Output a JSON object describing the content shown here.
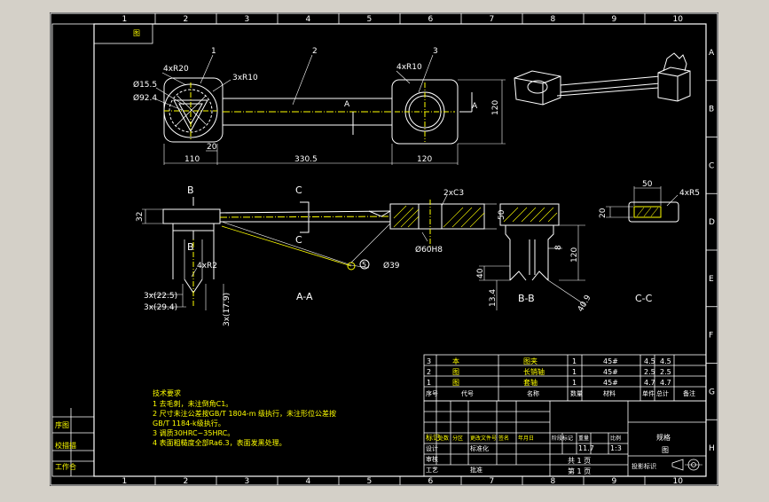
{
  "colors": {
    "frame_bg": "#d4d0c8",
    "sheet_bg": "#000000",
    "line": "#ffffff",
    "accent": "#ffff00",
    "dim": "#c8c8c8"
  },
  "zones": {
    "top": [
      "1",
      "2",
      "3",
      "4",
      "5",
      "6",
      "7",
      "8",
      "9",
      "10"
    ],
    "bottom": [
      "1",
      "2",
      "3",
      "4",
      "5",
      "6",
      "7",
      "8",
      "9",
      "10"
    ],
    "right": [
      "A",
      "B",
      "C",
      "D",
      "E",
      "F",
      "G",
      "H"
    ]
  },
  "corner_label": "图",
  "side_labels": [
    "序图",
    "校描描",
    "工作合"
  ],
  "part_labels": [
    "1",
    "2",
    "3"
  ],
  "top_view": {
    "r20": "4xR20",
    "r10a": "3xR10",
    "r10b": "4xR10",
    "d155": "Ø15.5",
    "d924": "Ø92.4",
    "dim_110": "110",
    "dim_3305": "330.5",
    "dim_120a": "120",
    "dim_120b": "120",
    "dim_20": "20",
    "sec_a1": "A",
    "sec_a2": "A"
  },
  "front_view": {
    "b1": "B",
    "b2": "B",
    "c1": "C",
    "c2": "C",
    "chamfer": "2xC3",
    "dim_32": "32",
    "dim_50": "50",
    "d60": "Ø60H8",
    "r2": "4xR2",
    "d225": "3x(22.5)",
    "d294": "3x(29.4)",
    "d179": "3x(17.9)",
    "d939": "Ø39",
    "bal5": "5",
    "aa": "A-A"
  },
  "bb_view": {
    "d40": "40",
    "d134": "13.4",
    "d8": "8",
    "d120": "120",
    "d409": "40.9",
    "label": "B-B"
  },
  "cc_view": {
    "d50": "50",
    "d20": "20",
    "r5": "4xR5",
    "label": "C-C"
  },
  "notes": {
    "title": "技术要求",
    "lines": [
      "1  去毛刺，未注倒角C1。",
      "2  尺寸未注公差按GB/T 1804-m  级执行，未注形位公差按",
      "GB/T 1184-k级执行。",
      "3  调质30HRC~35HRC。",
      "4  表面粗糙度全部Ra6.3，表面发黑处理。"
    ]
  },
  "bom": [
    [
      "3",
      "本",
      "图夹",
      "1",
      "45#",
      "4.5",
      "4.5"
    ],
    [
      "2",
      "图",
      "长销轴",
      "1",
      "45#",
      "2.5",
      "2.5"
    ],
    [
      "1",
      "图",
      "套轴",
      "1",
      "45#",
      "4.7",
      "4.7"
    ]
  ],
  "bom_header": [
    "序号",
    "代号",
    "名称",
    "数量",
    "材料",
    "单件",
    "总计",
    "备注"
  ],
  "title_block": {
    "scale_val": "1:3",
    "weight": "11.7",
    "sheet_total": "共 1 页",
    "sheet_no": "第 1 页",
    "name_hdr": "规格",
    "drawing_title": "图",
    "left_labels": [
      "标记",
      "处数",
      "分区",
      "更改文件号",
      "签名",
      "年月日"
    ],
    "design": "设计",
    "check": "审核",
    "process": "工艺",
    "approve": "批准",
    "std": "标准化",
    "stage": "阶段标记",
    "wt_lbl": "重量",
    "sc_lbl": "比例",
    "proj": "投影标识"
  }
}
